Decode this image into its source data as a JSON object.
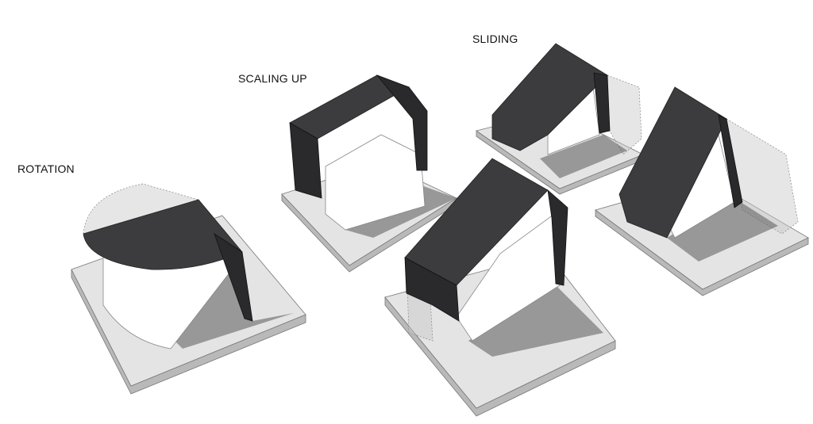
{
  "labels": {
    "rotation": "ROTATION",
    "scaling_up": "SCALING UP",
    "sliding": "SLIDING"
  },
  "colors": {
    "roof": "#3c3c3e",
    "slab": "#e4e4e4",
    "volume": "#ffffff"
  }
}
